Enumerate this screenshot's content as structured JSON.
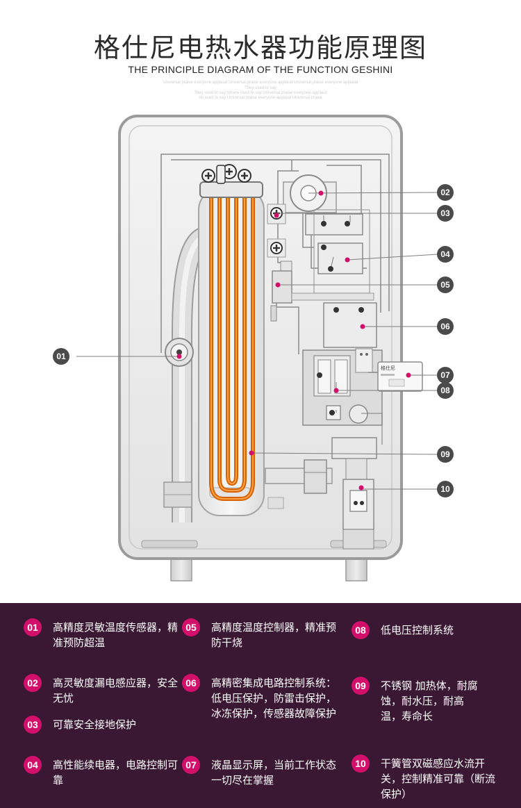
{
  "header": {
    "title": "格仕尼电热水器功能原理图",
    "subtitle": "THE PRINCIPLE DIAGRAM OF THE FUNCTION     GESHINI",
    "faint_lines": [
      "Universal praise everyone applaud Universal praise everyone applaud Universal praise everyone applaud",
      "They used to say",
      "They used to say:Where used to say:Universal praise everyone applaud",
      "All used to say Universal praise everyone applaud Universal praise"
    ]
  },
  "diagram": {
    "callouts": [
      "01",
      "02",
      "03",
      "04",
      "05",
      "06",
      "07",
      "08",
      "09",
      "10"
    ],
    "display_brand": "格仕尼"
  },
  "legend": {
    "items": [
      {
        "num": "01",
        "text": "高精度灵敏温度传感器，精准预防超温"
      },
      {
        "num": "02",
        "text": "高灵敏度漏电感应器，安全无忧"
      },
      {
        "num": "03",
        "text": "可靠安全接地保护"
      },
      {
        "num": "04",
        "text": "高性能续电器，电路控制可靠"
      },
      {
        "num": "05",
        "text": "高精度温度控制器，精准预防干烧"
      },
      {
        "num": "06",
        "text": "高精密集成电路控制系统：低电压保护，防雷击保护，冰冻保护，传感器故障保护"
      },
      {
        "num": "07",
        "text": "液晶显示屏，当前工作状态一切尽在掌握"
      },
      {
        "num": "08",
        "text": "低电压控制系统"
      },
      {
        "num": "09",
        "text": "不锈钢 加热体，耐腐蚀，耐水压，耐高温，寿命长"
      },
      {
        "num": "10",
        "text": "干簧管双磁感应水流开关，控制精准可靠（断流保护）"
      }
    ]
  },
  "colors": {
    "accent": "#d20f6a",
    "legend_bg": "#3a1733",
    "heater": "#f07a1c"
  }
}
